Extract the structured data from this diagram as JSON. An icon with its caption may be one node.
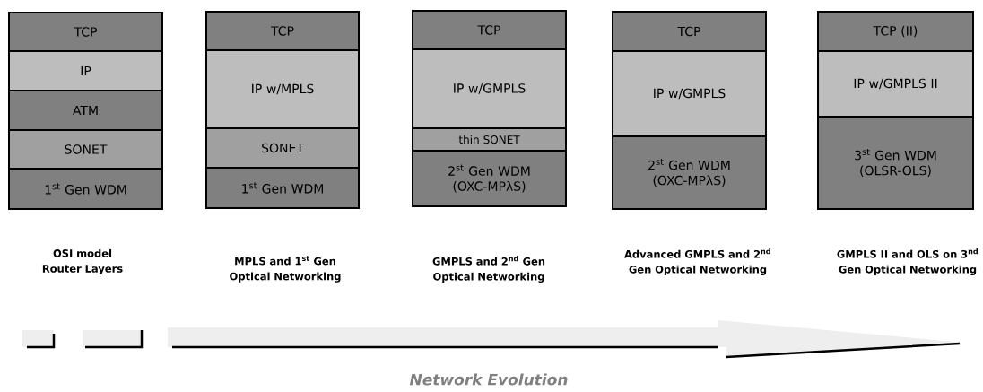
{
  "diagram": {
    "nodes": [
      {
        "text": [
          "TCP"
        ]
      },
      {
        "text": [
          "IP"
        ]
      },
      {
        "text": [
          "ATM"
        ]
      },
      {
        "text": [
          "SONET"
        ]
      },
      {
        "text": [
          "1$^{st}$ Gen WDM"
        ]
      },
      {
        "text": [
          "TCP"
        ]
      },
      {
        "text": [
          "IP w/MPLS"
        ]
      },
      {
        "text": [
          "SONET"
        ]
      },
      {
        "text": [
          "1$^{st}$ Gen WDM"
        ]
      },
      {
        "text": [
          "TCP"
        ]
      },
      {
        "text": [
          "IP w/GMPLS"
        ]
      },
      {
        "text": [
          "thin SONET"
        ]
      },
      {
        "text": [
          "2$^{st}$ Gen WDM (OXC-MPλS)"
        ]
      },
      {
        "text": [
          "TCP"
        ]
      },
      {
        "text": [
          "IP w/GMPLS"
        ]
      },
      {
        "text": [
          "2$^{st}$ Gen WDM (OXC-MPλS)"
        ]
      },
      {
        "text": [
          "TCP (II)"
        ]
      },
      {
        "text": [
          "IP w/GMPLS II"
        ]
      },
      {
        "text": [
          "3$^{st}$ Gen WDM (OLSR-OLS)"
        ]
      }
    ],
    "labels": [
      "OSI model Router Layers",
      "MPLS and 1$^{st}$ Gen Optical Networking",
      "GMPLS and 2$^{nd}$ Gen Optical Networking",
      "Advanced GMPLS and 2$^{nd}$ Gen Optical Networking",
      "GMPLS II and OLS on 3$^{nd}$ Gen Optical Networking",
      "Network Evolution"
    ]
  }
}
